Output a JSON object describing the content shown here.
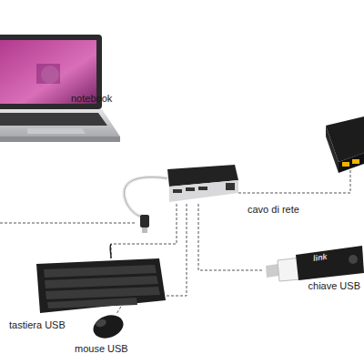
{
  "diagram": {
    "labels": [
      "notebook",
      "cavo di rete",
      "link",
      "chiave USB",
      "tastiera USB",
      "mouse USB"
    ]
  }
}
